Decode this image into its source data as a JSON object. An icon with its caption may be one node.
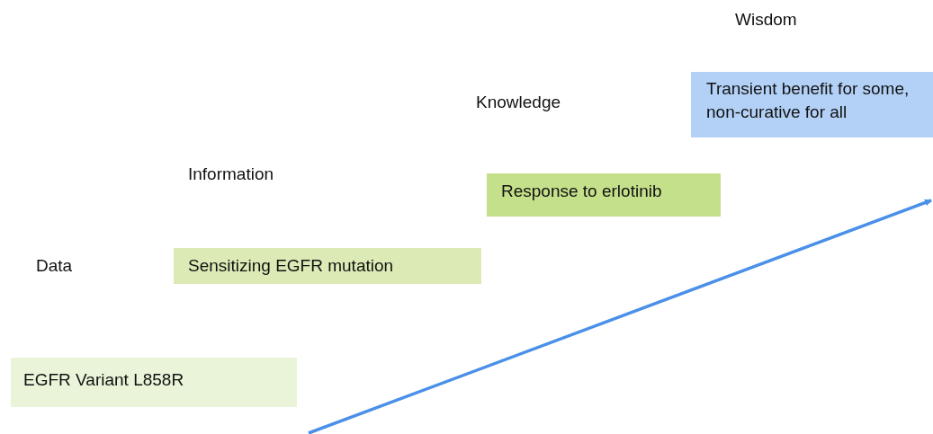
{
  "diagram": {
    "nodes": [
      {
        "text": [
          "EGFR Variant L858R"
        ]
      },
      {
        "text": [
          "Sensitizing EGFR mutation"
        ]
      },
      {
        "text": [
          "Response to erlotinib"
        ]
      },
      {
        "text": [
          "Transient benefit for some, non-curative for all"
        ]
      }
    ],
    "labels": [
      "Wisdom",
      "Knowledge",
      "Information",
      "Data"
    ]
  }
}
